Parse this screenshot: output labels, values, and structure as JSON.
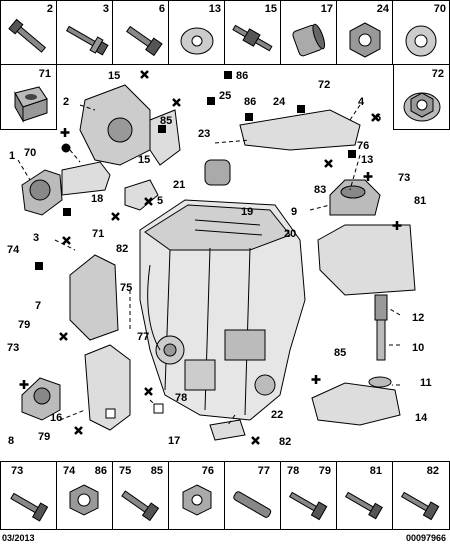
{
  "top_row": [
    "2",
    "3",
    "6",
    "13",
    "15",
    "17",
    "24",
    "70"
  ],
  "row2": [
    "71",
    "72"
  ],
  "bottom_row": [
    {
      "labels": [
        "73"
      ]
    },
    {
      "labels": [
        "74",
        "86"
      ]
    },
    {
      "labels": [
        "75",
        "85"
      ]
    },
    {
      "labels": [
        "76"
      ]
    },
    {
      "labels": [
        "77"
      ]
    },
    {
      "labels": [
        "78",
        "79"
      ]
    },
    {
      "labels": [
        "81"
      ]
    },
    {
      "labels": [
        "82"
      ]
    }
  ],
  "callouts": {
    "c15a": "15",
    "c86a": "86",
    "c72": "72",
    "c2": "2",
    "c25": "25",
    "c86b": "86",
    "c24": "24",
    "c4": "4",
    "c85a": "85",
    "c23": "23",
    "c6": "6",
    "c70": "70",
    "c76": "76",
    "c13": "13",
    "c1": "1",
    "c83": "83",
    "c73a": "73",
    "c15b": "15",
    "c21": "21",
    "c18": "18",
    "c5": "5",
    "c19": "19",
    "c9": "9",
    "c81": "81",
    "c71": "71",
    "c20": "20",
    "c3": "3",
    "c82a": "82",
    "c74": "74",
    "c75": "75",
    "c7": "7",
    "c12": "12",
    "c79a": "79",
    "c77": "77",
    "c10": "10",
    "c85b": "85",
    "c73b": "73",
    "c11": "11",
    "c78": "78",
    "c16": "16",
    "c22": "22",
    "c14": "14",
    "c8": "8",
    "c79b": "79",
    "c17": "17",
    "c82b": "82"
  },
  "footer": {
    "date": "03/2013",
    "ref": "00097966"
  }
}
